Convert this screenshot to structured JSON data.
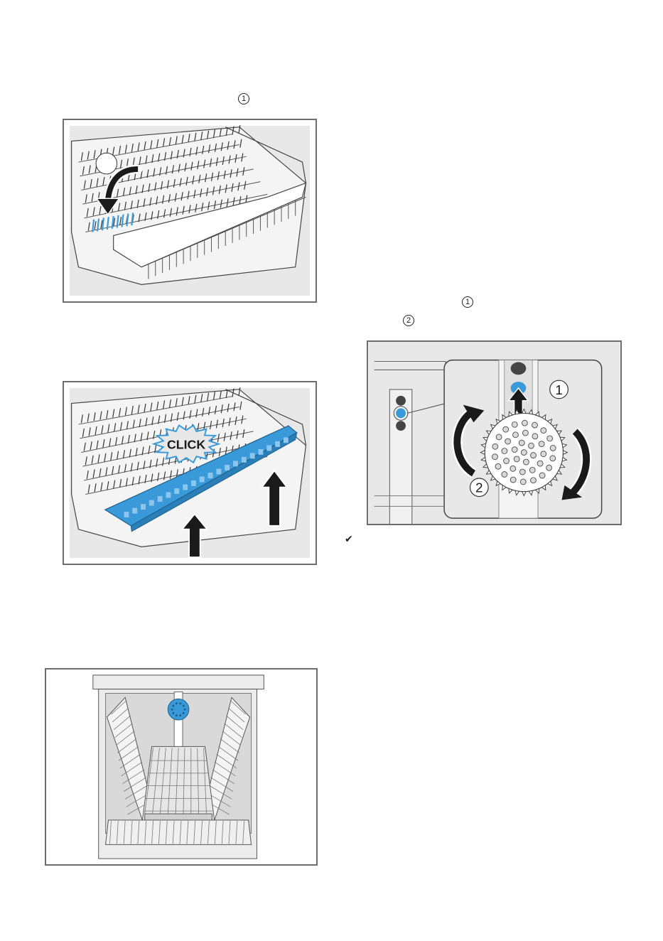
{
  "markers": {
    "step1_ref": "1",
    "step2_ref1": "1",
    "step2_ref2": "2"
  },
  "figure_click": {
    "label": "CLICK"
  },
  "figure_dial": {
    "label1": "1",
    "label2": "2"
  },
  "checkmark": "✔",
  "colors": {
    "accent": "#3a9ad9",
    "frame": "#6d6d6d",
    "bg": "#e8e8e8"
  }
}
